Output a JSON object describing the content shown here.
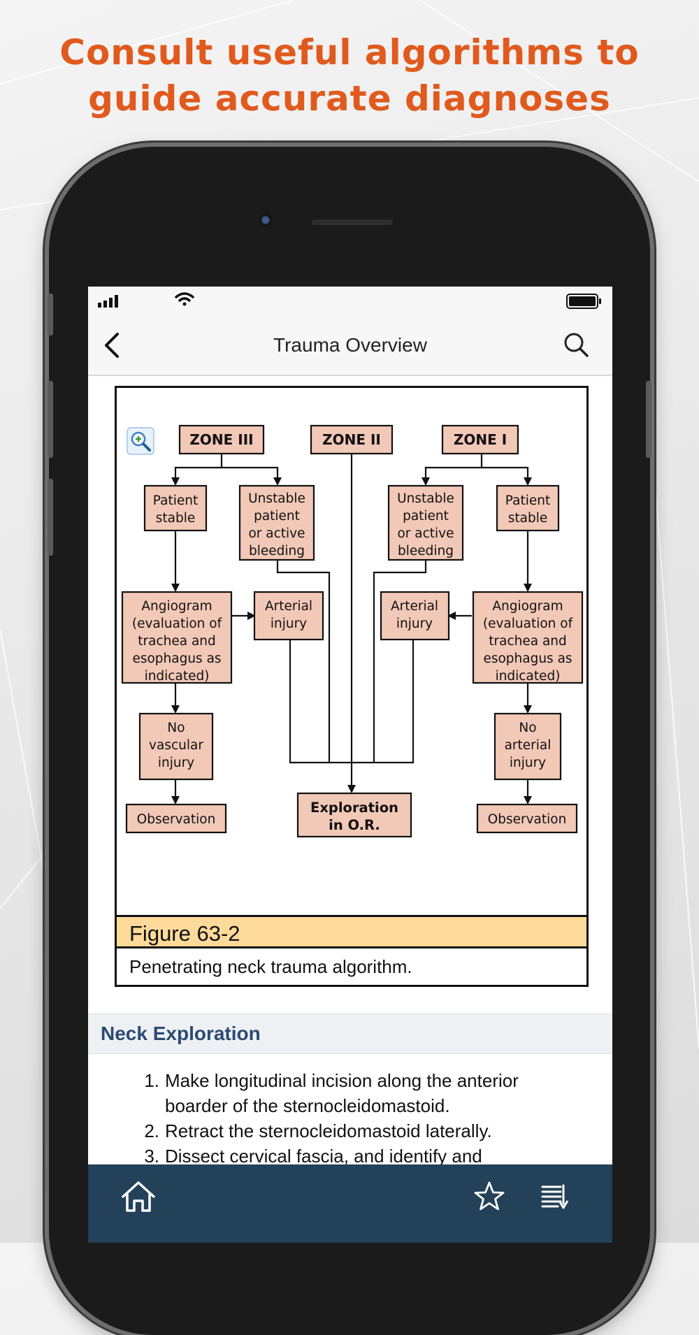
{
  "headline": {
    "line1": "Consult useful algorithms to",
    "line2": "guide accurate diagnoses"
  },
  "navbar": {
    "title": "Trauma Overview",
    "back_icon": "chevron-left-icon",
    "search_icon": "search-icon"
  },
  "figure": {
    "zoom_icon": "zoom-in-icon",
    "label": "Figure 63-2",
    "caption": "Penetrating neck trauma algorithm.",
    "diagram": {
      "zone3": "ZONE III",
      "zone2": "ZONE II",
      "zone1": "ZONE I",
      "left_stable": [
        "Patient",
        "stable"
      ],
      "left_unstable": [
        "Unstable",
        "patient",
        "or active",
        "bleeding"
      ],
      "right_unstable": [
        "Unstable",
        "patient",
        "or active",
        "bleeding"
      ],
      "right_stable": [
        "Patient",
        "stable"
      ],
      "left_angiogram": [
        "Angiogram",
        "(evaluation of",
        "trachea and",
        "esophagus as",
        "indicated)"
      ],
      "right_angiogram": [
        "Angiogram",
        "(evaluation of",
        "trachea and",
        "esophagus as",
        "indicated)"
      ],
      "left_arterial": [
        "Arterial",
        "injury"
      ],
      "right_arterial": [
        "Arterial",
        "injury"
      ],
      "left_no_injury": [
        "No",
        "vascular",
        "injury"
      ],
      "right_no_injury": [
        "No",
        "arterial",
        "injury"
      ],
      "left_observation": "Observation",
      "right_observation": "Observation",
      "exploration": [
        "Exploration",
        "in O.R."
      ]
    }
  },
  "section": {
    "title": "Neck Exploration",
    "steps": [
      {
        "num": "1.",
        "text": "Make longitudinal incision along the anterior boarder of the sternocleidomastoid."
      },
      {
        "num": "2.",
        "text": "Retract the sternocleidomastoid laterally."
      },
      {
        "num": "3.",
        "text": "Dissect cervical fascia, and identify and"
      }
    ]
  },
  "tabbar": {
    "home_icon": "home-icon",
    "favorite_icon": "star-icon",
    "contents_icon": "contents-list-icon"
  },
  "colors": {
    "headline": "#e05a1e",
    "box_fill": "#f2c8b7",
    "figure_label_bg": "#fdd99a",
    "section_title": "#2b4a72",
    "tabbar_bg": "#234158"
  }
}
